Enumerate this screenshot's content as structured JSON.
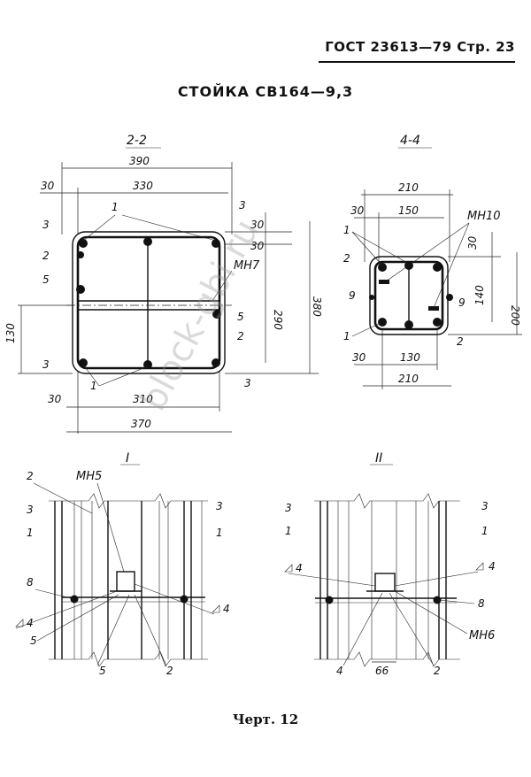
{
  "header": {
    "standard": "ГОСТ 23613—79 Стр. 23"
  },
  "title": "СТОЙКА СВ164—9,3",
  "caption": "Черт. 12",
  "watermark": "block-gbi.ru",
  "section_2_2": {
    "label": "2-2",
    "dims": {
      "d390": "390",
      "d330": "330",
      "d30a": "30",
      "d30b": "30",
      "d30c": "30",
      "d290": "290",
      "d380": "380",
      "d130": "130",
      "d310": "310",
      "d370": "370",
      "d30d": "30"
    },
    "callouts": {
      "c1a": "1",
      "c1b": "1",
      "c2a": "2",
      "c2b": "2",
      "c3a": "3",
      "c3b": "3",
      "c3c": "3",
      "c3d": "3",
      "c5a": "5",
      "c5b": "5",
      "mn7": "МН7"
    }
  },
  "section_4_4": {
    "label": "4-4",
    "dims": {
      "d210a": "210",
      "d150": "150",
      "d30a": "30",
      "d30b": "30",
      "d140": "140",
      "d200": "200",
      "d130": "130",
      "d30c": "30",
      "d210b": "210"
    },
    "callouts": {
      "c1a": "1",
      "c1b": "1",
      "c2a": "2",
      "c2b": "2",
      "c9a": "9",
      "c9b": "9",
      "mn10": "МН10"
    }
  },
  "detail_I": {
    "label": "I",
    "callouts": {
      "c2a": "2",
      "c2b": "2",
      "c3a": "3",
      "c3b": "3",
      "c1a": "1",
      "c1b": "1",
      "c8": "8",
      "c5a": "5",
      "c5b": "5",
      "w4a": "4",
      "w4b": "4",
      "mn5": "МН5"
    }
  },
  "detail_II": {
    "label": "II",
    "callouts": {
      "c3a": "3",
      "c3b": "3",
      "c1a": "1",
      "c1b": "1",
      "c8": "8",
      "c4": "4",
      "c2": "2",
      "w4a": "4",
      "w4b": "4",
      "mn6": "МН6",
      "d66": "66"
    }
  }
}
